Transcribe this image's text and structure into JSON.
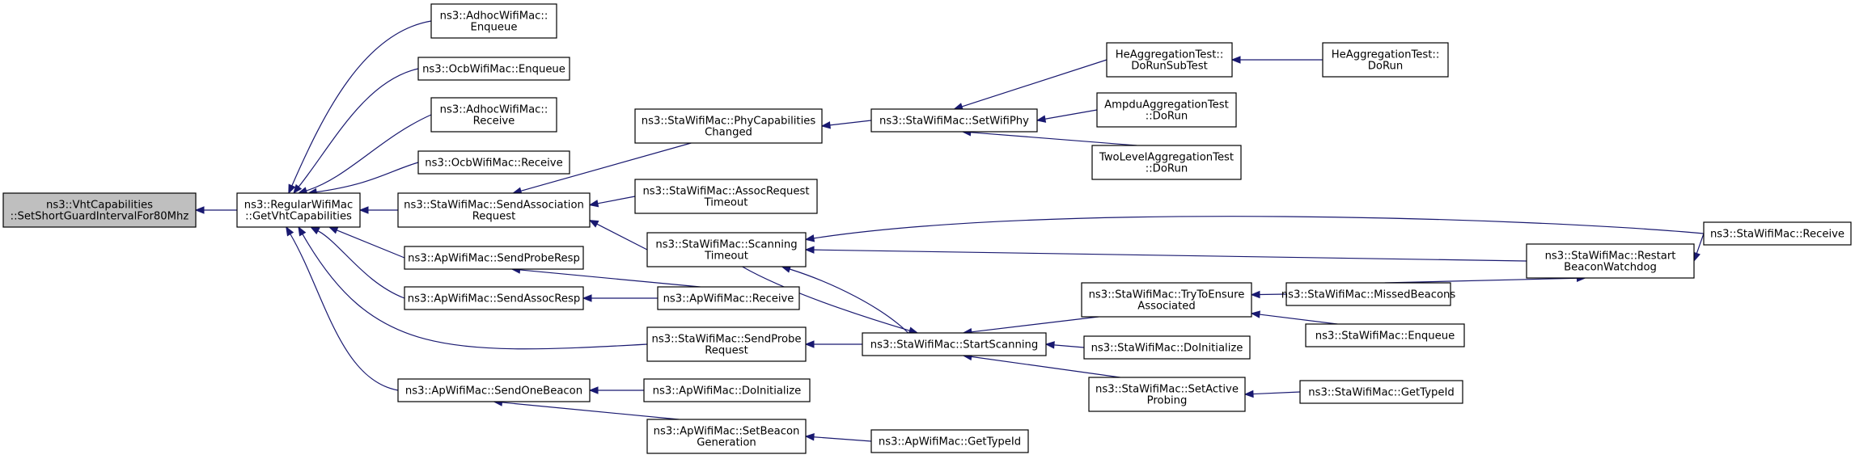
{
  "colors": {
    "edge": "#191970",
    "root_fill": "#bfbfbf",
    "node_fill": "#ffffff",
    "border": "#000000"
  },
  "nodes": {
    "root": [
      "ns3::VhtCapabilities",
      "::SetShortGuardIntervalFor80Mhz"
    ],
    "getvht": [
      "ns3::RegularWifiMac",
      "::GetVhtCapabilities"
    ],
    "adhoc_enq": [
      "ns3::AdhocWifiMac::",
      "Enqueue"
    ],
    "ocb_enq": [
      "ns3::OcbWifiMac::Enqueue"
    ],
    "adhoc_recv": [
      "ns3::AdhocWifiMac::",
      "Receive"
    ],
    "ocb_recv": [
      "ns3::OcbWifiMac::Receive"
    ],
    "send_assoc_req": [
      "ns3::StaWifiMac::SendAssociation",
      "Request"
    ],
    "ap_send_probe_resp": [
      "ns3::ApWifiMac::SendProbeResp"
    ],
    "ap_send_assoc_resp": [
      "ns3::ApWifiMac::SendAssocResp"
    ],
    "ap_send_one_beacon": [
      "ns3::ApWifiMac::SendOneBeacon"
    ],
    "phy_cap_changed": [
      "ns3::StaWifiMac::PhyCapabilities",
      "Changed"
    ],
    "assoc_req_timeout": [
      "ns3::StaWifiMac::AssocRequest",
      "Timeout"
    ],
    "scanning_timeout": [
      "ns3::StaWifiMac::Scanning",
      "Timeout"
    ],
    "ap_receive": [
      "ns3::ApWifiMac::Receive"
    ],
    "send_probe_req": [
      "ns3::StaWifiMac::SendProbe",
      "Request"
    ],
    "ap_doinit": [
      "ns3::ApWifiMac::DoInitialize"
    ],
    "ap_set_beacon_gen": [
      "ns3::ApWifiMac::SetBeacon",
      "Generation"
    ],
    "set_wifi_phy": [
      "ns3::StaWifiMac::SetWifiPhy"
    ],
    "start_scanning": [
      "ns3::StaWifiMac::StartScanning"
    ],
    "ap_gettypeid": [
      "ns3::ApWifiMac::GetTypeId"
    ],
    "he_subtest": [
      "HeAggregationTest::",
      "DoRunSubTest"
    ],
    "ampdu_test": [
      "AmpduAggregationTest",
      "::DoRun"
    ],
    "twolevel_test": [
      "TwoLevelAggregationTest",
      "::DoRun"
    ],
    "try_ensure": [
      "ns3::StaWifiMac::TryToEnsure",
      "Associated"
    ],
    "sta_doinit": [
      "ns3::StaWifiMac::DoInitialize"
    ],
    "set_active_probing": [
      "ns3::StaWifiMac::SetActive",
      "Probing"
    ],
    "he_dorun": [
      "HeAggregationTest::",
      "DoRun"
    ],
    "restart_watchdog": [
      "ns3::StaWifiMac::Restart",
      "BeaconWatchdog"
    ],
    "missed_beacons": [
      "ns3::StaWifiMac::MissedBeacons"
    ],
    "sta_enqueue": [
      "ns3::StaWifiMac::Enqueue"
    ],
    "sta_gettypeid": [
      "ns3::StaWifiMac::GetTypeId"
    ],
    "sta_receive": [
      "ns3::StaWifiMac::Receive"
    ]
  }
}
